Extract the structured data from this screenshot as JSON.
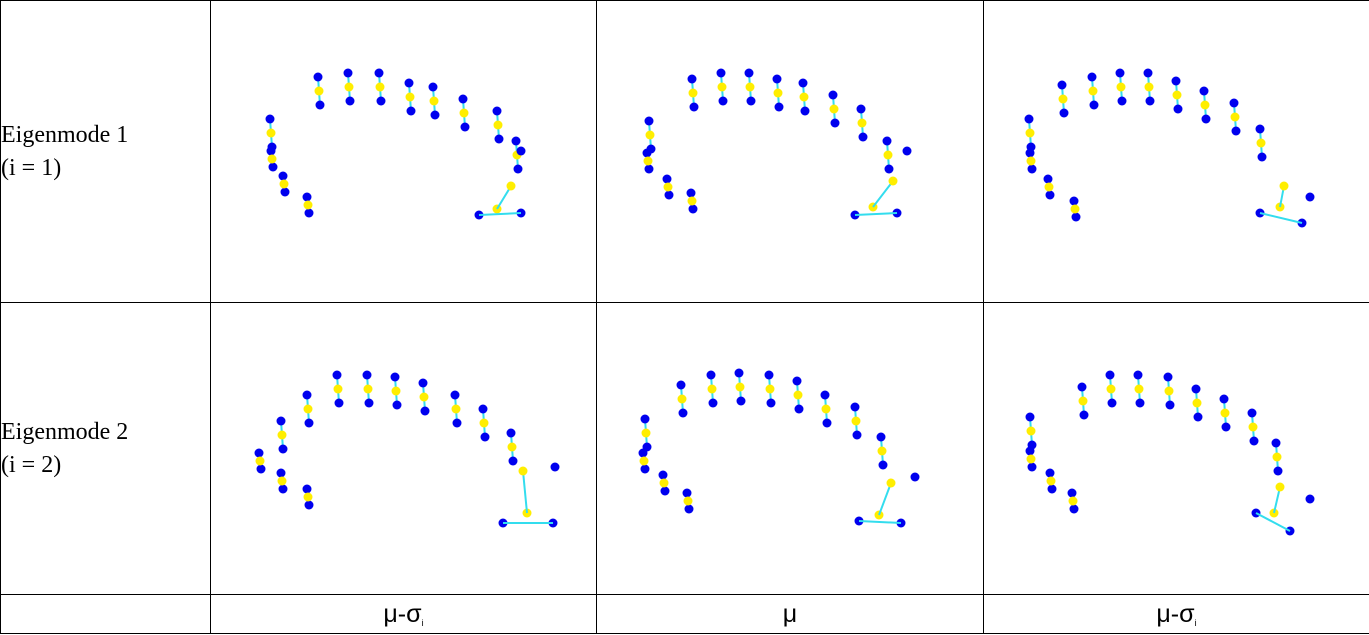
{
  "rows": [
    {
      "name": "Eigenmode 1",
      "index": "(i = 1)"
    },
    {
      "name": "Eigenmode 2",
      "index": "(i = 2)"
    }
  ],
  "columns": [
    {
      "symbol": "μ-σ",
      "subscript": "i"
    },
    {
      "symbol": "μ",
      "subscript": ""
    },
    {
      "symbol": "μ-σ",
      "subscript": "i"
    }
  ],
  "colors": {
    "landmark": "#0000ee",
    "midpoint": "#ffee00",
    "connector": "#33ddee",
    "border": "#000000"
  }
}
